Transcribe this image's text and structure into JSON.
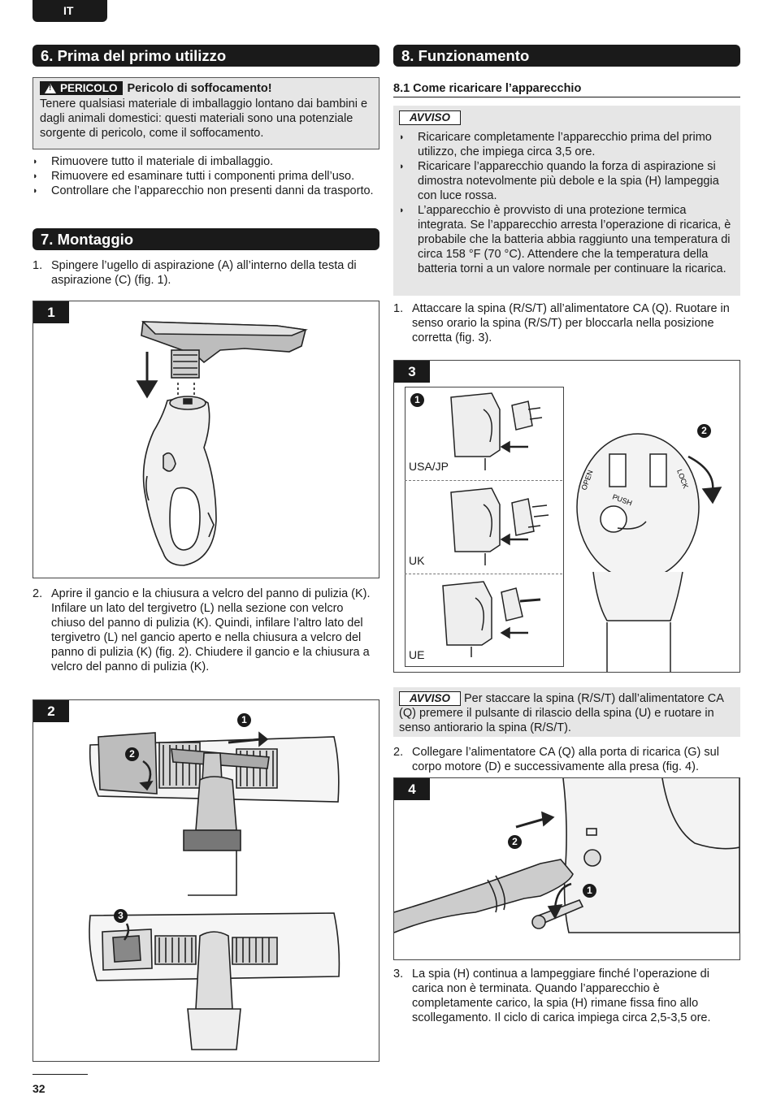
{
  "header": {
    "lang": "IT"
  },
  "left": {
    "sec6_title": "6. Prima del primo utilizzo",
    "danger": {
      "badge": "PERICOLO",
      "title": "Pericolo di soffocamento!",
      "text": "Tenere qualsiasi materiale di imballaggio lontano dai bambini e dagli animali domestici: questi materiali sono una potenziale sorgente di pericolo, come il soffocamento."
    },
    "bullets": [
      "Rimuovere tutto il materiale di imballaggio.",
      "Rimuovere ed esaminare tutti i componenti prima dell’uso.",
      "Controllare che l’apparecchio non presenti danni da trasporto."
    ],
    "sec7_title": "7. Montaggio",
    "step1": {
      "n": "1.",
      "text": "Spingere l’ugello di aspirazione (A) all’interno della testa di aspirazione (C) (fig. 1)."
    },
    "fig1_tag": "1",
    "step2": {
      "n": "2.",
      "text": "Aprire il gancio e la chiusura a velcro del panno di pulizia (K). Infilare un lato del tergivetro (L) nella sezione con velcro chiuso del panno di pulizia (K). Quindi, infilare l’altro lato del tergivetro (L) nel gancio aperto e nella chiusura a velcro del panno di pulizia (K) (fig. 2). Chiudere il gancio e la chiusura a velcro del panno di pulizia (K)."
    },
    "fig2_tag": "2",
    "fig2_markers": [
      "1",
      "2",
      "3"
    ]
  },
  "right": {
    "sec8_title": "8. Funzionamento",
    "sub81": "8.1 Come ricaricare l’apparecchio",
    "avviso_label": "AVVISO",
    "notice_bullets": [
      "Ricaricare completamente l’apparecchio prima del primo utilizzo, che impiega circa 3,5 ore.",
      "Ricaricare l’apparecchio quando la forza di aspirazione si dimostra notevolmente più debole e la spia (H) lampeggia con luce rossa.",
      "L’apparecchio è provvisto di una protezione termica integrata. Se l’apparecchio arresta l’operazione di ricarica, è probabile che la batteria abbia raggiunto una temperatura di circa 158 °F (70 °C). Attendere che la temperatura della batteria torni a un valore normale per continuare la ricarica."
    ],
    "step1": {
      "n": "1.",
      "text": "Attaccare la spina (R/S/T) all’alimentatore CA (Q). Ruotare in senso orario la spina (R/S/T) per bloccarla nella posizione corretta (fig. 3)."
    },
    "fig3_tag": "3",
    "fig3_regions": [
      "USA/JP",
      "UK",
      "UE"
    ],
    "fig3_markers": [
      "1",
      "2"
    ],
    "fig3_dial": {
      "open": "OPEN",
      "lock": "LOCK",
      "push": "PUSH"
    },
    "notice2_label": "AVVISO",
    "notice2_text": "Per staccare la spina (R/S/T) dall’alimentatore CA (Q) premere il pulsante di rilascio della spina (U) e ruotare in senso antiorario la spina (R/S/T).",
    "step2": {
      "n": "2.",
      "text": "Collegare l’alimentatore CA (Q) alla porta di ricarica (G) sul corpo motore (D) e successivamente alla presa (fig. 4)."
    },
    "fig4_tag": "4",
    "fig4_markers": [
      "1",
      "2"
    ],
    "step3": {
      "n": "3.",
      "text": "La spia (H) continua a lampeggiare finché l’operazione di carica non è terminata. Quando l’apparecchio è completamente carico, la spia (H) rimane fissa fino allo scollegamento. Il ciclo di carica impiega circa 2,5-3,5 ore."
    }
  },
  "footer": {
    "page": "32"
  }
}
